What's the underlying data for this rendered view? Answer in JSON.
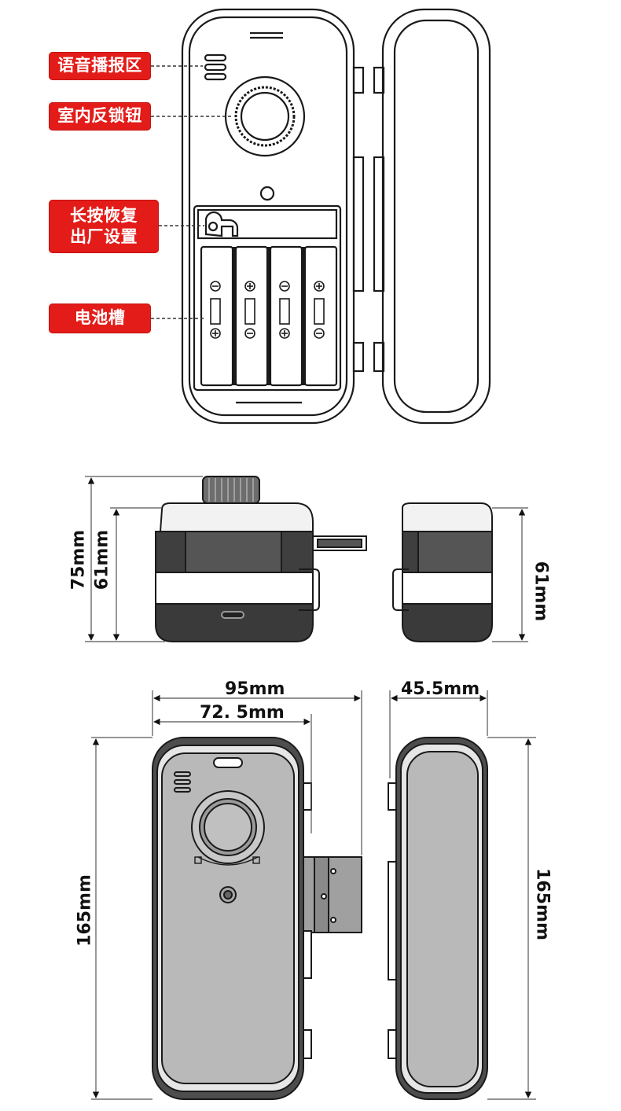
{
  "callouts": {
    "voice": "语音播报区",
    "knob": "室内反锁钮",
    "reset_line1": "长按恢复",
    "reset_line2": "出厂设置",
    "battery": "电池槽"
  },
  "dimensions": {
    "height_total": "75mm",
    "height_body_left": "61mm",
    "height_body_right": "61mm",
    "width_total": "95mm",
    "width_body": "72. 5mm",
    "depth": "45.5mm",
    "length_left": "165mm",
    "length_right": "165mm"
  },
  "colors": {
    "callout_red": "#e31c19",
    "body_dark": "#5a5a5a",
    "panel_grey": "#b9b9b9",
    "line": "#1a1a1a"
  }
}
